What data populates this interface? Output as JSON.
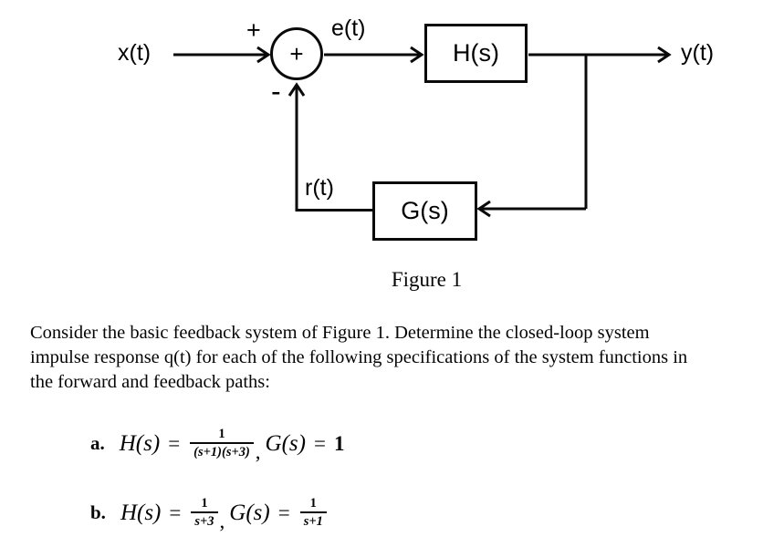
{
  "figure": {
    "caption": "Figure 1",
    "sum": {
      "plus_top": "+",
      "minus_bottom": "-",
      "center": "+"
    },
    "signals": {
      "input": "x(t)",
      "error": "e(t)",
      "output": "y(t)",
      "feedback": "r(t)"
    },
    "blocks": {
      "forward": "H(s)",
      "feedback": "G(s)"
    }
  },
  "problem": {
    "line1": "Consider the basic feedback system of Figure 1. Determine the closed-loop system",
    "line2": "impulse response q(t) for each of the following specifications of the system functions in",
    "line3": "the forward and feedback paths:"
  },
  "equation_a": {
    "label": "a.",
    "h_name": "H(s)",
    "h_eq": "=",
    "h_num": "1",
    "h_den": "(s+1)(s+3)",
    "comma": ",",
    "g_name": "G(s)",
    "g_eq": "=",
    "g_value": "1"
  },
  "equation_b": {
    "label": "b.",
    "h_name": "H(s)",
    "h_eq": "=",
    "h_num": "1",
    "h_den": "s+3",
    "comma": ",",
    "g_name": "G(s)",
    "g_eq": "=",
    "g_num": "1",
    "g_den": "s+1"
  }
}
